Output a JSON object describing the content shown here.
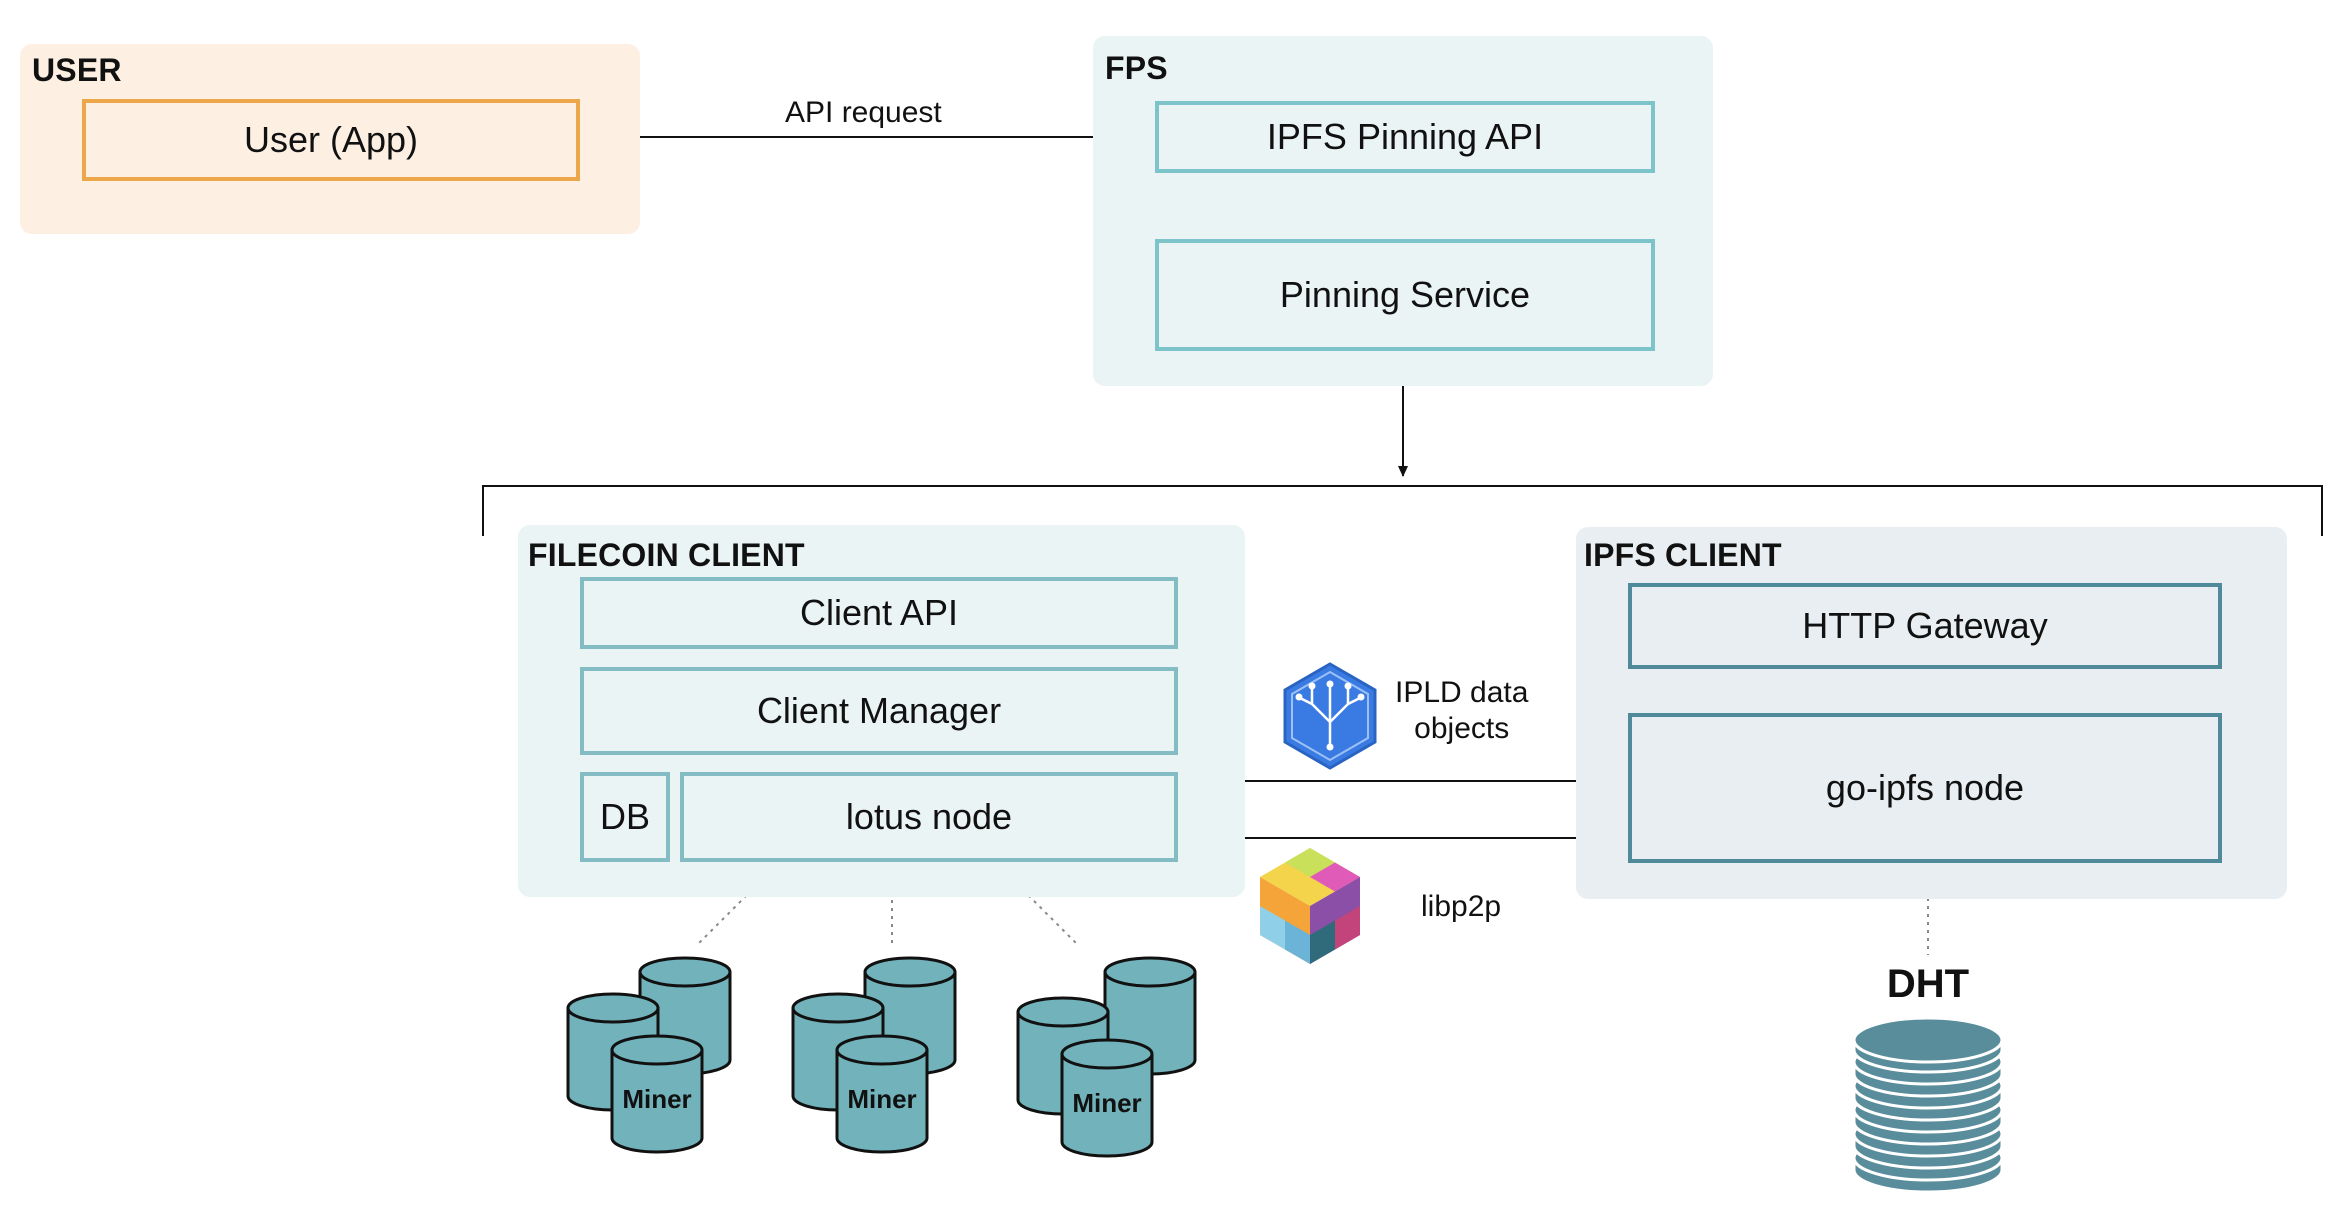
{
  "colors": {
    "user_panel_bg": "#fdf0e3",
    "user_box_border": "#eba74a",
    "fps_panel_bg": "#ebf4f5",
    "teal_box_border": "#7cc3ca",
    "filecoin_panel_bg": "#ebf4f5",
    "filecoin_box_border": "#84bcc3",
    "ipfs_panel_bg": "#e8eef1",
    "ipfs_box_border": "#4e8a99",
    "cylinder_fill": "#72b2bb",
    "dht_fill": "#5a8d9c",
    "ipld_blue": "#3a7be3"
  },
  "user": {
    "title": "USER",
    "app_label": "User (App)"
  },
  "edges": {
    "api_request": "API request"
  },
  "fps": {
    "title": "FPS",
    "pinning_api": "IPFS Pinning API",
    "pinning_service": "Pinning Service"
  },
  "filecoin": {
    "title": "FILECOIN CLIENT",
    "client_api": "Client API",
    "client_manager": "Client Manager",
    "db": "DB",
    "lotus_node": "lotus node"
  },
  "ipfs": {
    "title": "IPFS CLIENT",
    "http_gateway": "HTTP Gateway",
    "go_ipfs_node": "go-ipfs node"
  },
  "ipld": {
    "label_line1": "IPLD data",
    "label_line2": "objects",
    "icon": "ipld-icon"
  },
  "libp2p": {
    "label": "libp2p",
    "icon": "libp2p-icon"
  },
  "miners": {
    "label": "Miner"
  },
  "dht": {
    "label": "DHT"
  }
}
